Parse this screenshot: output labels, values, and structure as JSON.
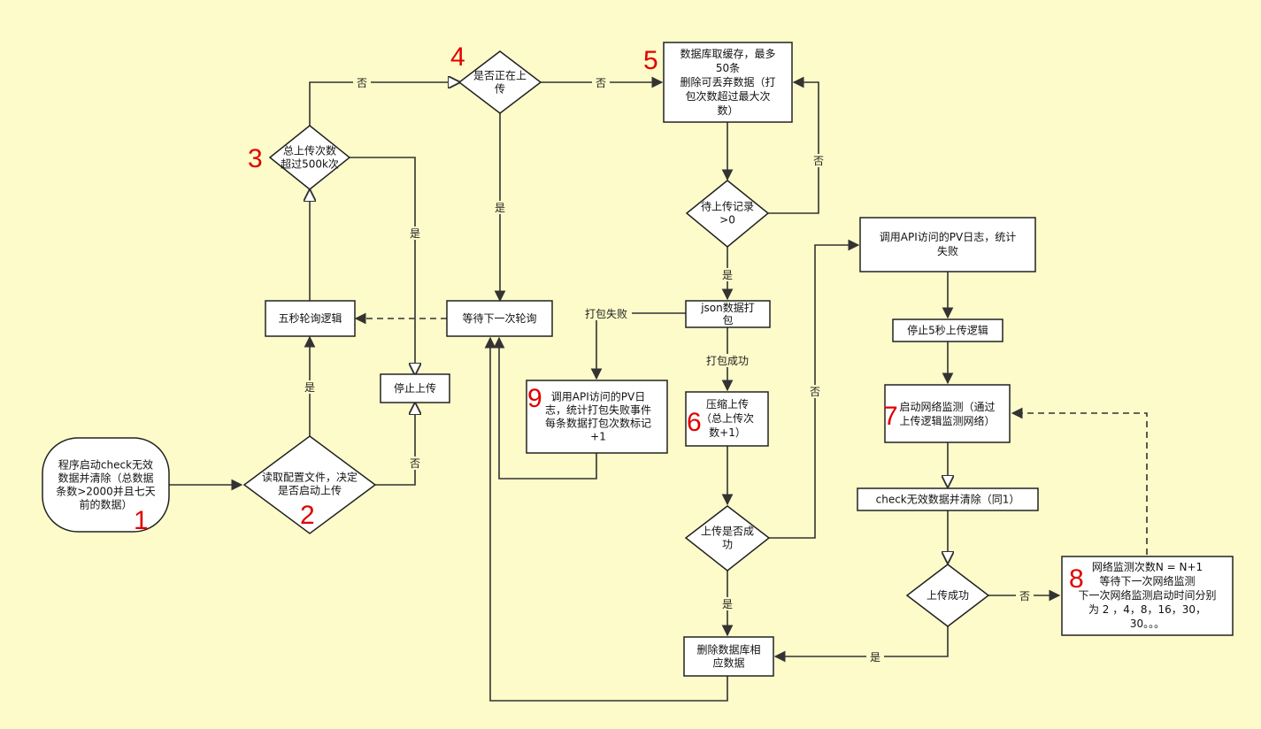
{
  "nodes": {
    "n1": {
      "lines": [
        "程序启动check无效",
        "数据并清除（总数据",
        "条数>2000并且七天",
        "前的数据）"
      ]
    },
    "n2": {
      "lines": [
        "读取配置文件，决定",
        "是否启动上传"
      ]
    },
    "n3": {
      "lines": [
        "总上传次数",
        "超过500k次"
      ]
    },
    "n4": {
      "lines": [
        "是否正在上",
        "传"
      ]
    },
    "n5": {
      "lines": [
        "数据库取缓存，最多",
        "50条",
        "删除可丢弃数据（打",
        "包次数超过最大次",
        "数）"
      ]
    },
    "poll": {
      "lines": [
        "五秒轮询逻辑"
      ]
    },
    "stop": {
      "lines": [
        "停止上传"
      ]
    },
    "wait": {
      "lines": [
        "等待下一次轮询"
      ]
    },
    "pending": {
      "lines": [
        "待上传记录",
        ">0"
      ]
    },
    "json": {
      "lines": [
        "json数据打",
        "包"
      ]
    },
    "n9": {
      "lines": [
        "调用API访问的PV日",
        "志，统计打包失败事件",
        "每条数据打包次数标记",
        "+1"
      ]
    },
    "n6": {
      "lines": [
        "压缩上传",
        "（总上传次",
        "数+1）"
      ]
    },
    "upok": {
      "lines": [
        "上传是否成",
        "功"
      ]
    },
    "del": {
      "lines": [
        "删除数据库相",
        "应数据"
      ]
    },
    "pvfail": {
      "lines": [
        "调用API访问的PV日志，统计",
        "失败"
      ]
    },
    "stop5": {
      "lines": [
        "停止5秒上传逻辑"
      ]
    },
    "n7": {
      "lines": [
        "启动网络监测（通过",
        "上传逻辑监测网络）"
      ]
    },
    "check": {
      "lines": [
        "check无效数据并清除（同1）"
      ]
    },
    "upok2": {
      "lines": [
        "上传成功"
      ]
    },
    "n8": {
      "lines": [
        "网络监测次数N = N+1",
        "等待下一次网络监测",
        "下一次网络监测启动时间分别",
        "为 2 ，4，8，16，30，",
        "30。。。"
      ]
    }
  },
  "step_numbers": {
    "n1": "1",
    "n2": "2",
    "n3": "3",
    "n4": "4",
    "n5": "5",
    "n6": "6",
    "n7": "7",
    "n8": "8",
    "n9": "9"
  },
  "edge_labels": {
    "n3_no": "否",
    "n4_no": "否",
    "n3_yes": "是",
    "n4_yes": "是",
    "n2_yes": "是",
    "n2_no": "否",
    "pending_no": "否",
    "pending_yes": "是",
    "pack_fail": "打包失败",
    "pack_ok": "打包成功",
    "upok_no": "否",
    "upok_yes": "是",
    "upok2_no": "否",
    "upok2_yes": "是"
  },
  "colors": {
    "background": "#fcfbc9",
    "step_number": "#e00000",
    "node_fill": "#ffffff",
    "edge": "#333333"
  }
}
